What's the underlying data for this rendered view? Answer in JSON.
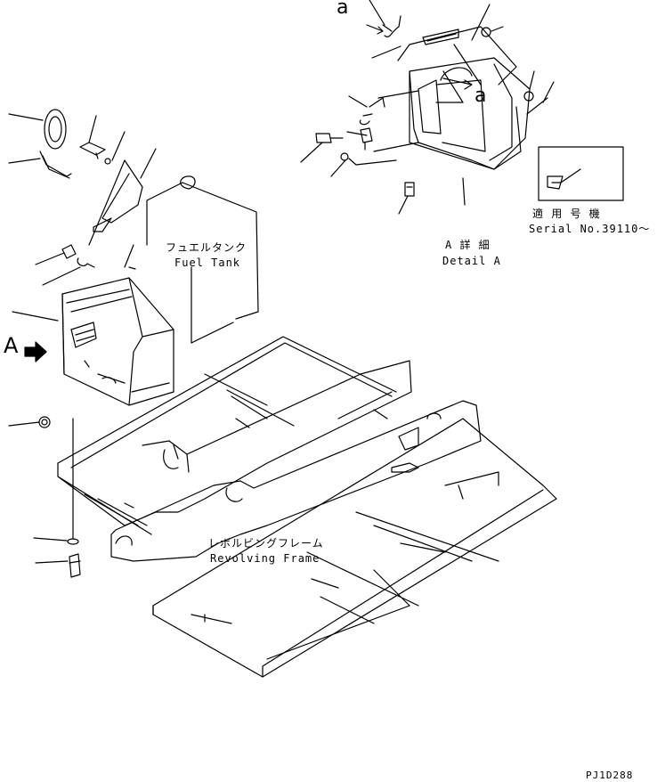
{
  "labels": {
    "fuel_tank_jp": "フュエルタンク",
    "fuel_tank_en": "Fuel Tank",
    "revolving_frame_jp": "レボルビングフレーム",
    "revolving_frame_en": "Revolving Frame",
    "detail_jp": "A 詳 細",
    "detail_en": "Detail A",
    "serial_jp": "適 用 号 機",
    "serial_en": "Serial No.39110～",
    "view_a": "A",
    "ref_a_top": "a",
    "ref_a_mid": "a",
    "drawing_code": "PJ1D288"
  }
}
